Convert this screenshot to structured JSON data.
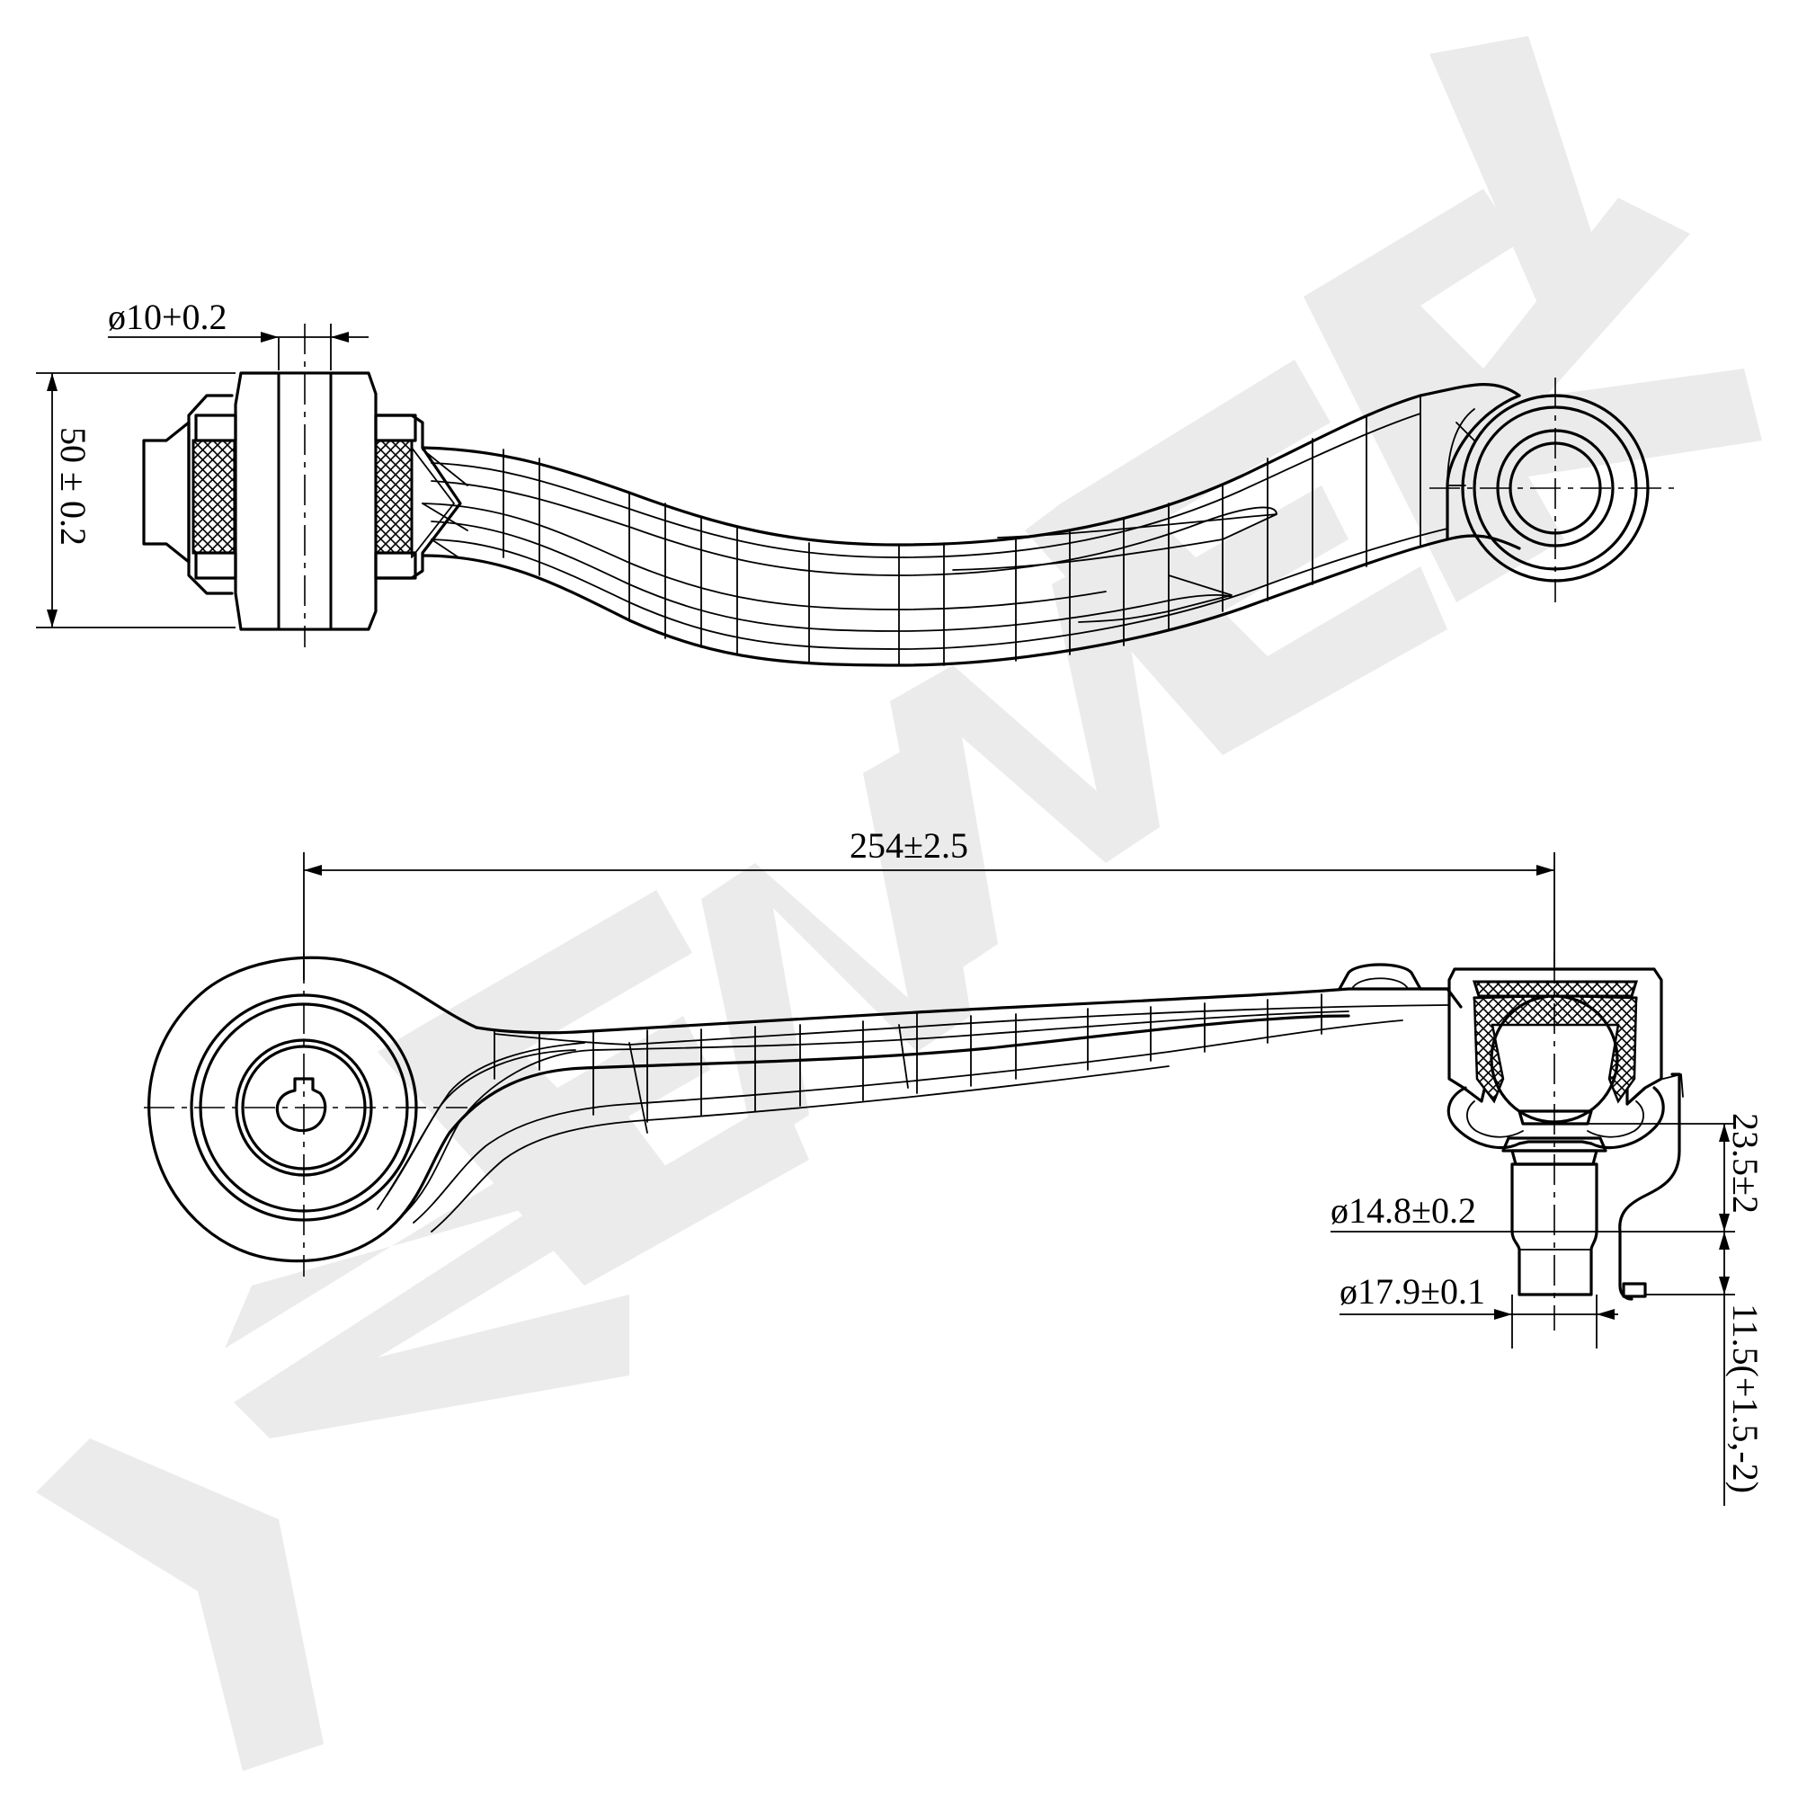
{
  "watermark": {
    "text": "ZENNEK",
    "color": "#ebebeb"
  },
  "colors": {
    "line": "#000000",
    "background": "#ffffff"
  },
  "top_view": {
    "dim_bore": "ø10+0.2",
    "dim_bushing_width": "50 ± 0.2"
  },
  "bottom_view": {
    "dim_length": "254±2.5",
    "dim_stud_upper_dia": "ø14.8±0.2",
    "dim_stud_lower_dia": "ø17.9±0.1",
    "dim_ball_height": "23.5±2",
    "dim_stud_length": "11.5(+1.5,-2)"
  }
}
